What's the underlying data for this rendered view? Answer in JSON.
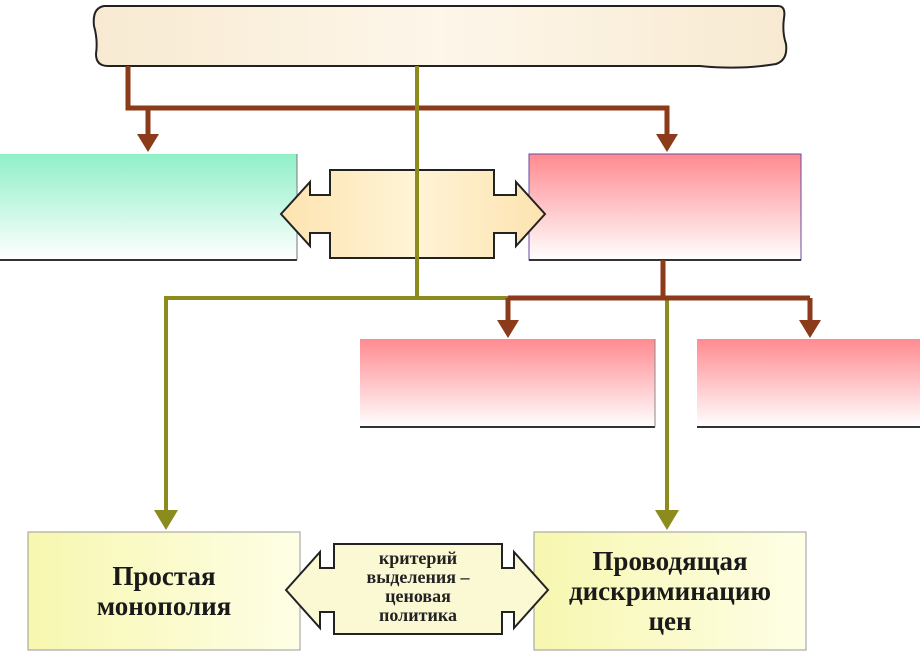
{
  "top_banner": {
    "text": ""
  },
  "left_box": {
    "text": ""
  },
  "center_connector": {
    "text": ""
  },
  "right_box": {
    "text": ""
  },
  "sub_box_1": {
    "text": ""
  },
  "sub_box_2": {
    "text": ""
  },
  "bottom_left": {
    "line1": "Простая",
    "line2": "монополия"
  },
  "bottom_right": {
    "line1": "Проводящая",
    "line2": "дискриминацию",
    "line3": "цен"
  },
  "criterion": {
    "line1": "критерий",
    "line2": "выделения –",
    "line3": "ценовая",
    "line4": "политика"
  },
  "colors": {
    "brown_connector": "#8b3a1a",
    "olive_connector": "#8c8c1e",
    "banner_fill": "#fbf1de",
    "teal_box": "#8ff0c8",
    "pink_box": "#ff8a90",
    "yellow_box": "#fafac0",
    "peach_connector": "#fde7bc"
  }
}
